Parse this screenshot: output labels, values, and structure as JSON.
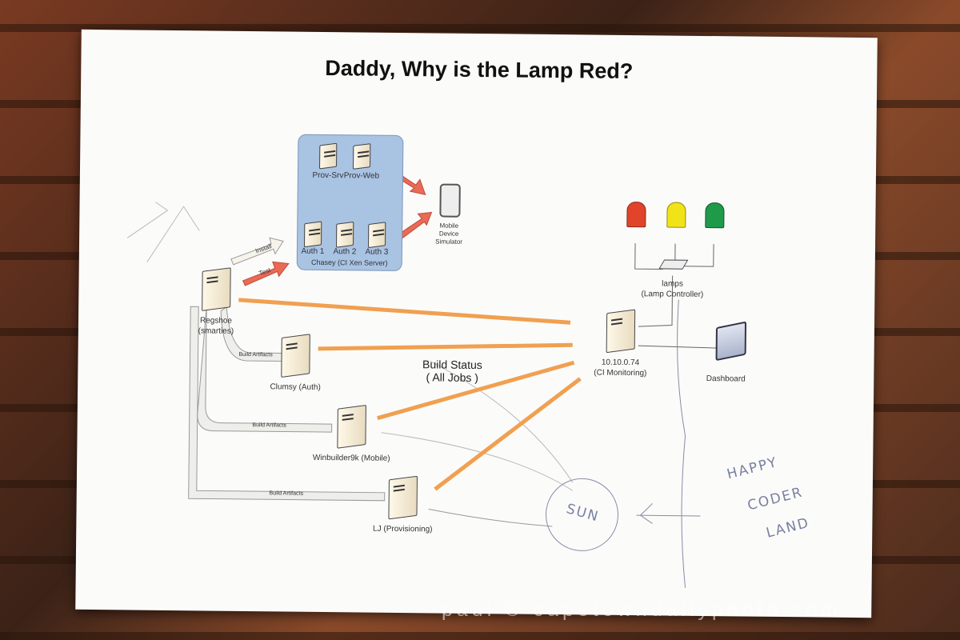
{
  "title": "Daddy, Why is the Lamp Red?",
  "chasey": {
    "servers": [
      "Prov-Srv",
      "Prov-Web",
      "Auth 1",
      "Auth 2",
      "Auth 3"
    ],
    "label": "Chasey (CI Xen Server)"
  },
  "mobile": {
    "line1": "Mobile",
    "line2": "Device",
    "line3": "Simulator"
  },
  "arrows": {
    "install": "Install",
    "test": "Test",
    "build_artifacts": [
      "Build Artifacts",
      "Build Artifacts",
      "Build Artifacts"
    ]
  },
  "nodes": {
    "regshoe": {
      "name": "Regshoe",
      "role": "(smarties)"
    },
    "clumsy": {
      "name": "Clumsy (Auth)"
    },
    "winbuilder": {
      "name": "Winbuilder9k (Mobile)"
    },
    "lj": {
      "name": "LJ (Provisioning)"
    },
    "ci": {
      "name": "10.10.0.74",
      "role": "(CI Monitoring)"
    },
    "dashboard": {
      "name": "Dashboard"
    },
    "lamps": {
      "name": "lamps",
      "role": "(Lamp Controller)"
    }
  },
  "build_status": {
    "line1": "Build Status",
    "line2": "( All Jobs )"
  },
  "lamp_colors": {
    "red": "#e0442a",
    "yellow": "#f2e318",
    "green": "#1f9a48"
  },
  "handwriting": {
    "sun": "SUN",
    "happy": "HAPPY",
    "coder": "CODER",
    "land": "LAND"
  },
  "watermark": "paul © capetowndailyphoto.com"
}
